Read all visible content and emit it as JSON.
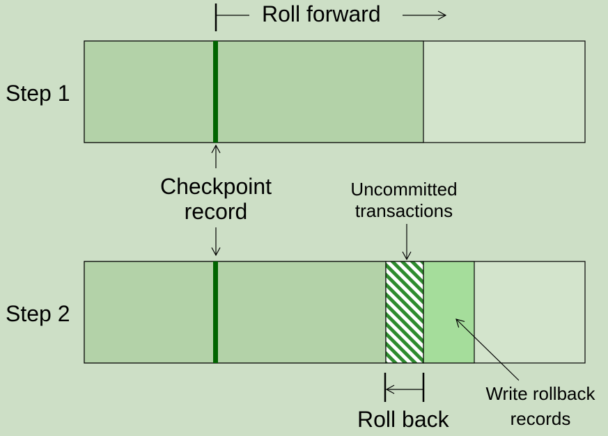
{
  "labels": {
    "roll_forward": "Roll forward",
    "step1": "Step 1",
    "step2": "Step 2",
    "checkpoint_line1": "Checkpoint",
    "checkpoint_line2": "record",
    "uncommitted_line1": "Uncommitted",
    "uncommitted_line2": "transactions",
    "roll_back": "Roll back",
    "write_rollback_line1": "Write rollback",
    "write_rollback_line2": "records"
  },
  "colors": {
    "background": "#cddfc6",
    "log_processed": "#b3d2a8",
    "log_unprocessed": "#d3e4cc",
    "checkpoint_marker": "#006400",
    "uncommitted_hatch": "#2e8b2e",
    "rollback_records": "#a5dd9b"
  }
}
